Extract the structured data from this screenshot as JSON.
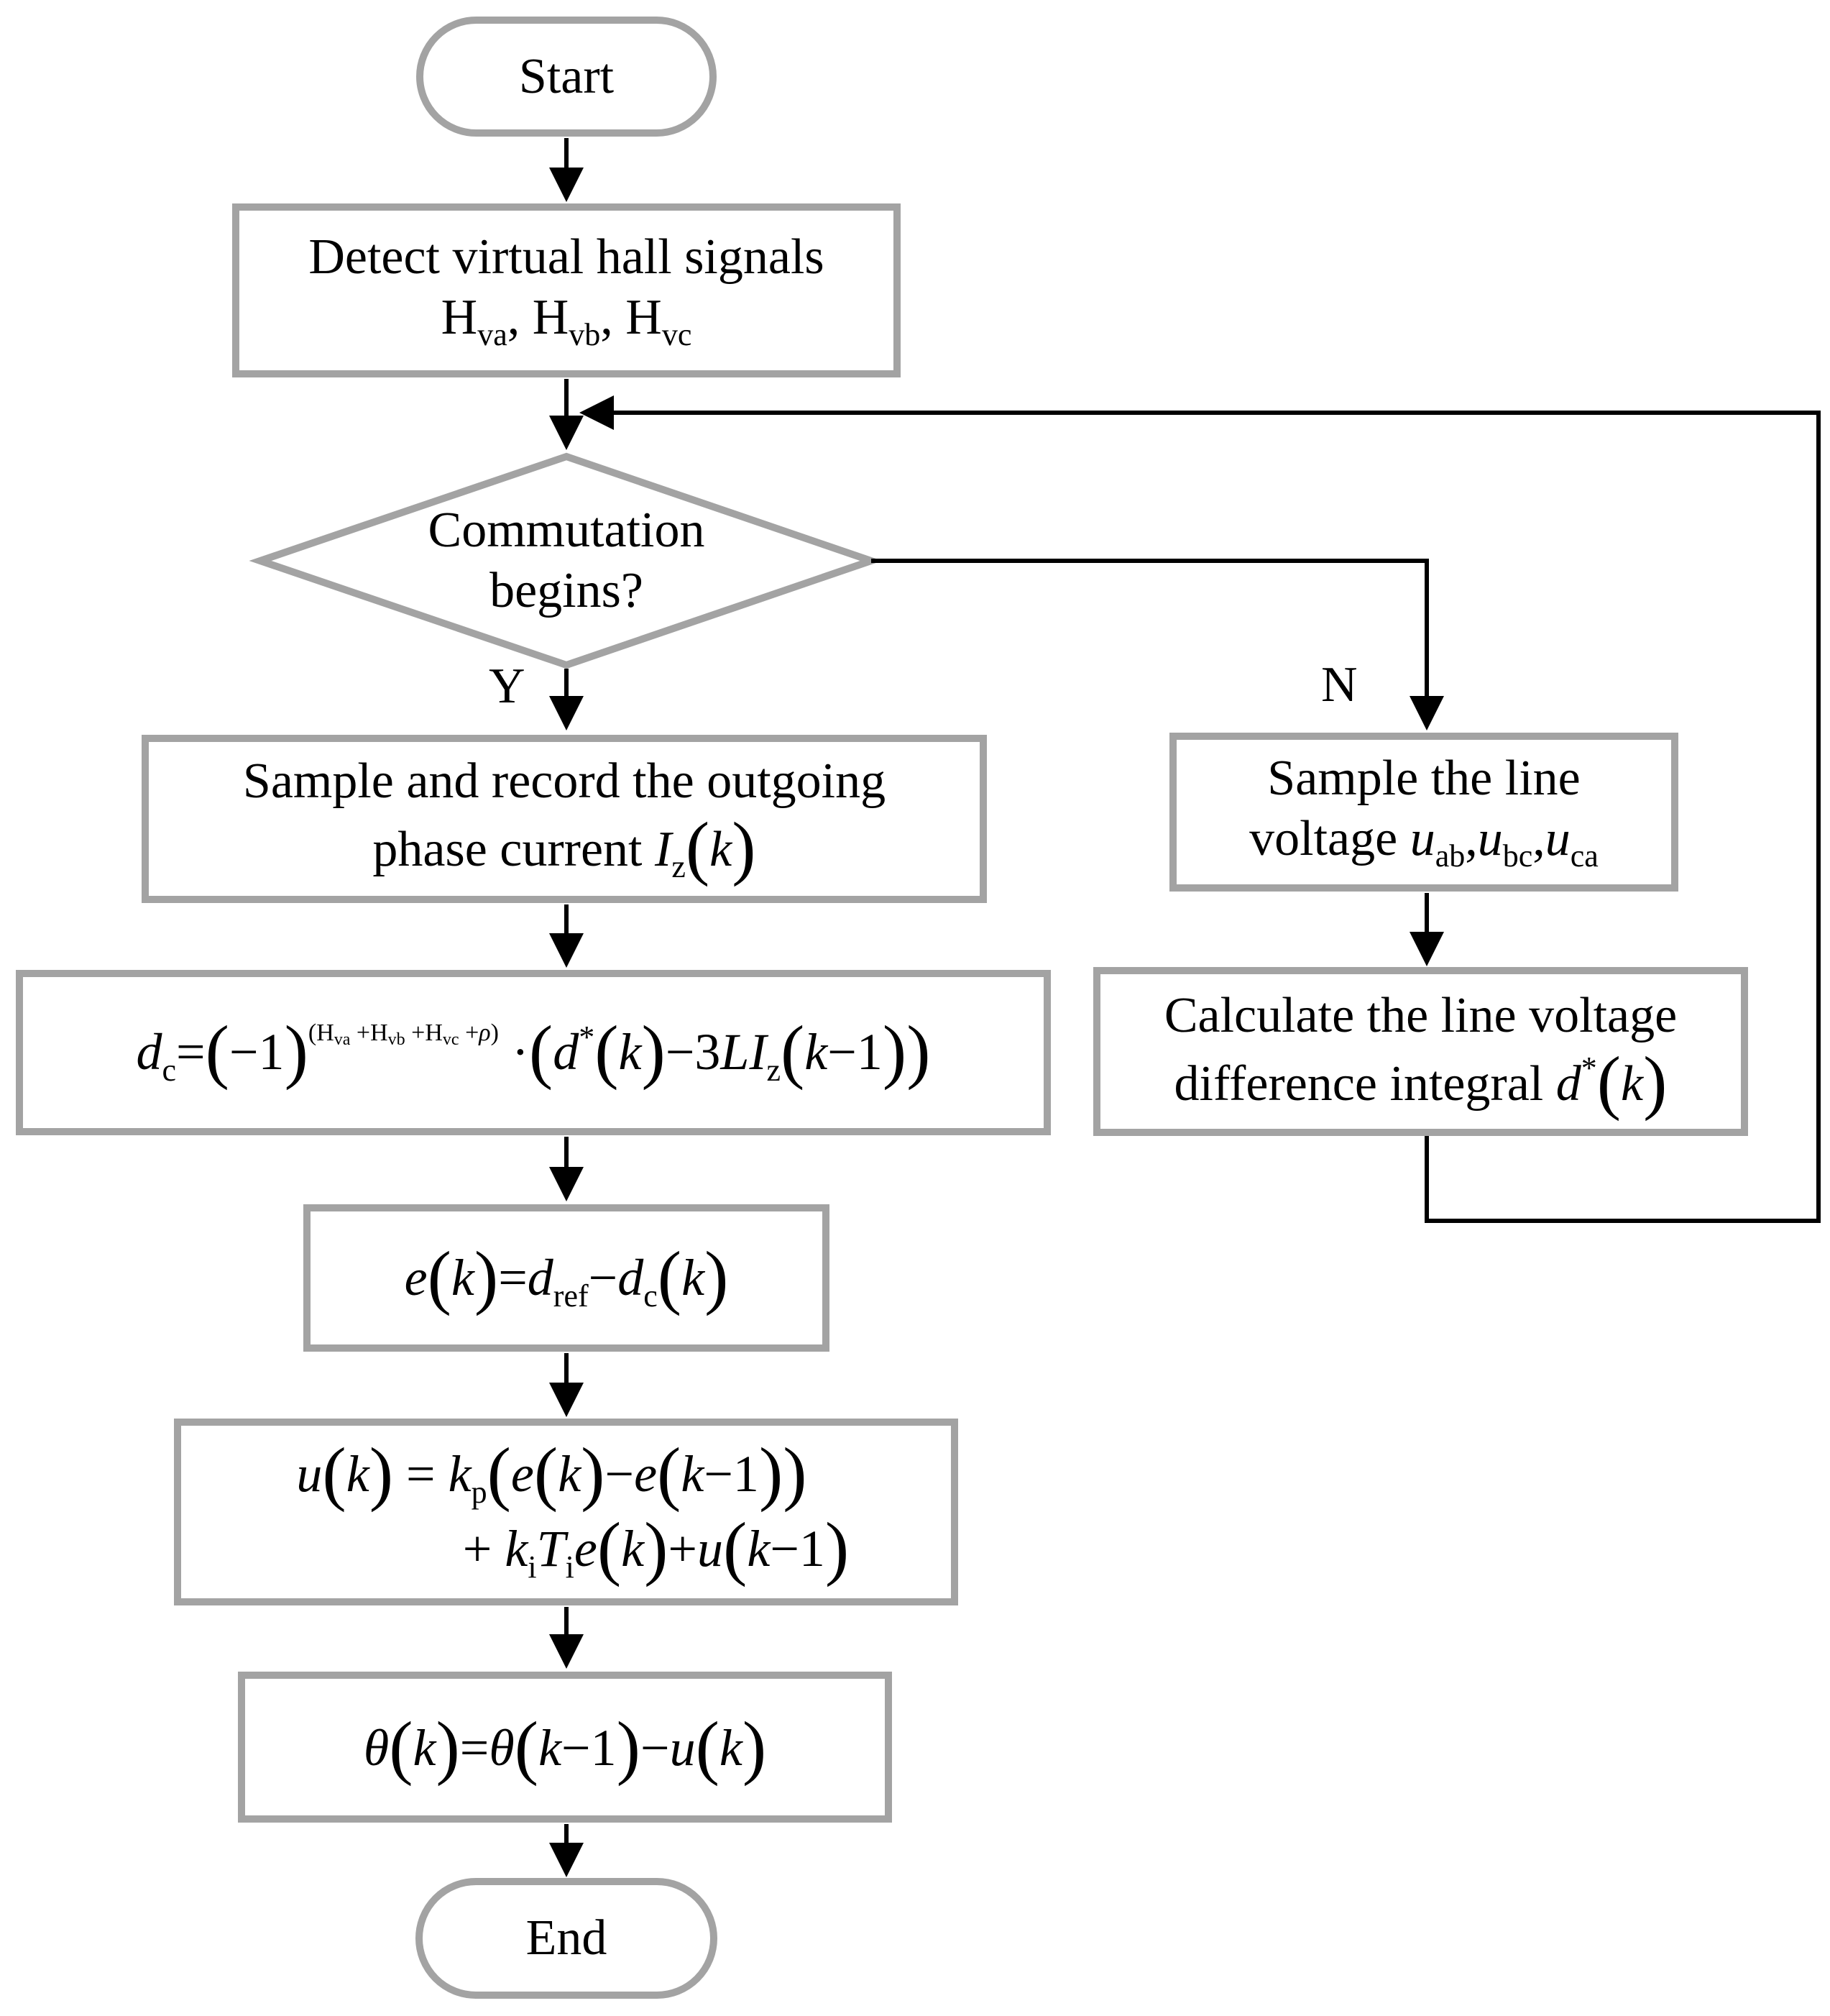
{
  "nodes": {
    "start": {
      "label": "Start"
    },
    "detect": {
      "line1": "Detect virtual hall signals",
      "h1": "H",
      "h1_sub": "va",
      "sep1": ",",
      "h2": "H",
      "h2_sub": "vb",
      "sep2": ",",
      "h3": "H",
      "h3_sub": "vc"
    },
    "decision": {
      "line1": "Commutation",
      "line2": "begins?"
    },
    "sample_current": {
      "line1": "Sample and record the outgoing",
      "line2_text": "phase current ",
      "var": "I",
      "var_sub": "z",
      "open": "(",
      "arg": "k",
      "close": ")"
    },
    "sample_voltage": {
      "line1": "Sample the line",
      "line2_text": "voltage ",
      "u1": "u",
      "u1_sub": "ab",
      "comma1": ",",
      "u2": "u",
      "u2_sub": "bc",
      "comma2": ",",
      "u3": "u",
      "u3_sub": "ca"
    },
    "calc_integral": {
      "line1": "Calculate the line voltage",
      "line2_text": "difference integral ",
      "d": "d",
      "d_sup": "*",
      "open": "(",
      "arg": "k",
      "close": ")"
    },
    "dc_formula": {
      "lhs": "d",
      "lhs_sub": "c",
      "eq": "=",
      "base_open": "(",
      "base": "−1",
      "base_close": ")",
      "exp_open": "(",
      "exp_h1": "H",
      "exp_h1_sub": "va",
      "exp_plus1": " +",
      "exp_h2": "H",
      "exp_h2_sub": "vb",
      "exp_plus2": " +",
      "exp_h3": "H",
      "exp_h3_sub": "vc",
      "exp_plus3": " +",
      "exp_rho": "ρ",
      "exp_close": ")",
      "dot": "·",
      "outer_open": "(",
      "dstar": "d",
      "dstar_sup": "*",
      "k1_open": "(",
      "k1": "k",
      "k1_close": ")",
      "minus": "−",
      "coef": "3",
      "L": "L",
      "I": "I",
      "I_sub": "z",
      "k2_open": "(",
      "k2": "k",
      "k2_minus": "−1",
      "k2_close": ")",
      "outer_close": ")"
    },
    "error_formula": {
      "e": "e",
      "open": "(",
      "k": "k",
      "close": ")",
      "eq": "=",
      "dref": "d",
      "dref_sub": "ref",
      "minus": "−",
      "dc": "d",
      "dc_sub": "c",
      "open2": "(",
      "k2": "k",
      "close2": ")"
    },
    "control_formula": {
      "u": "u",
      "open": "(",
      "k": "k",
      "close": ")",
      "eq": "=",
      "kp": "k",
      "kp_sub": "p",
      "p_open": "(",
      "e1": "e",
      "e1_open": "(",
      "e1_k": "k",
      "e1_close": ")",
      "minus": "−",
      "e2": "e",
      "e2_open": "(",
      "e2_k": "k",
      "e2_minus": "−1",
      "e2_close": ")",
      "p_close": ")",
      "plus1": "+",
      "ki": "k",
      "ki_sub": "i",
      "Ti": "T",
      "Ti_sub": "i",
      "e3": "e",
      "e3_open": "(",
      "e3_k": "k",
      "e3_close": ")",
      "plus2": "+",
      "u2": "u",
      "u2_open": "(",
      "u2_k": "k",
      "u2_minus": "−1",
      "u2_close": ")"
    },
    "theta_formula": {
      "theta": "θ",
      "open": "(",
      "k": "k",
      "close": ")",
      "eq": "=",
      "theta2": "θ",
      "open2": "(",
      "k2": "k",
      "minus": "−1",
      "close2": ")",
      "minus2": "−",
      "u": "u",
      "open3": "(",
      "k3": "k",
      "close3": ")"
    },
    "end": {
      "label": "End"
    }
  },
  "edge_labels": {
    "yes": "Y",
    "no": "N"
  },
  "colors": {
    "box_border": "#a3a3a3",
    "arrow": "#000000",
    "background": "#ffffff"
  }
}
